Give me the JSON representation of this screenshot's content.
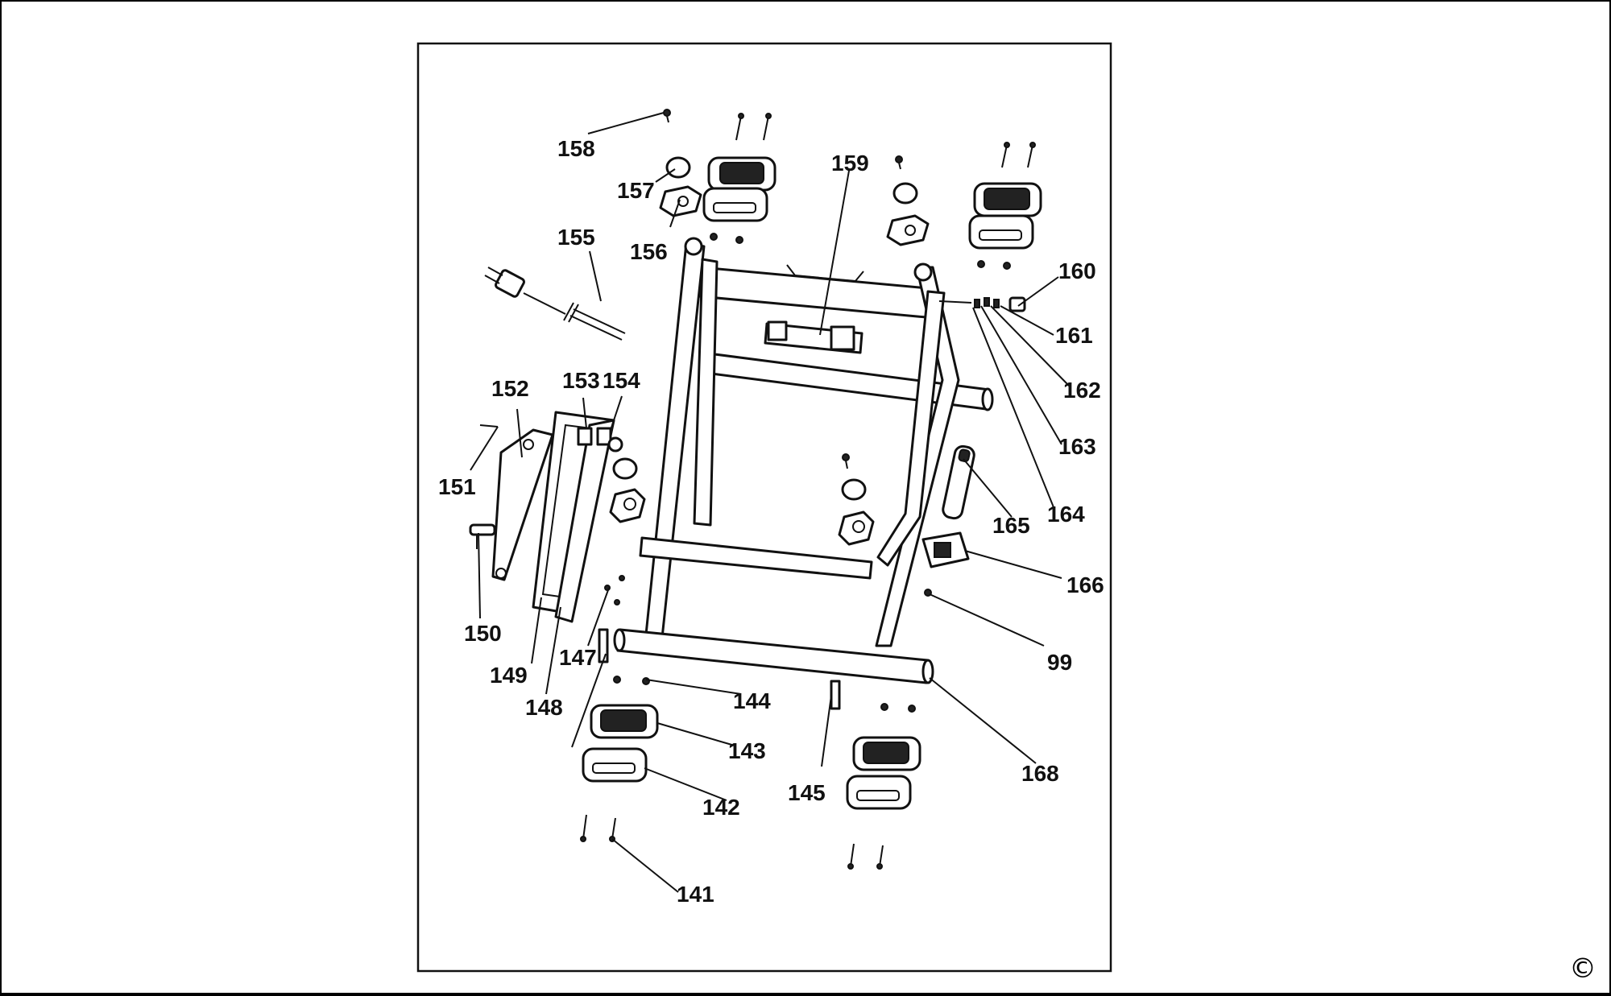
{
  "copyright": "©",
  "labels": {
    "p99": "99",
    "p141": "141",
    "p142": "142",
    "p143": "143",
    "p144": "144",
    "p145": "145",
    "p147": "147",
    "p148": "148",
    "p149": "149",
    "p150": "150",
    "p151": "151",
    "p152": "152",
    "p153": "153",
    "p154": "154",
    "p155": "155",
    "p156": "156",
    "p157": "157",
    "p158": "158",
    "p159": "159",
    "p160": "160",
    "p161": "161",
    "p162": "162",
    "p163": "163",
    "p164": "164",
    "p165": "165",
    "p166": "166",
    "p168": "168"
  }
}
